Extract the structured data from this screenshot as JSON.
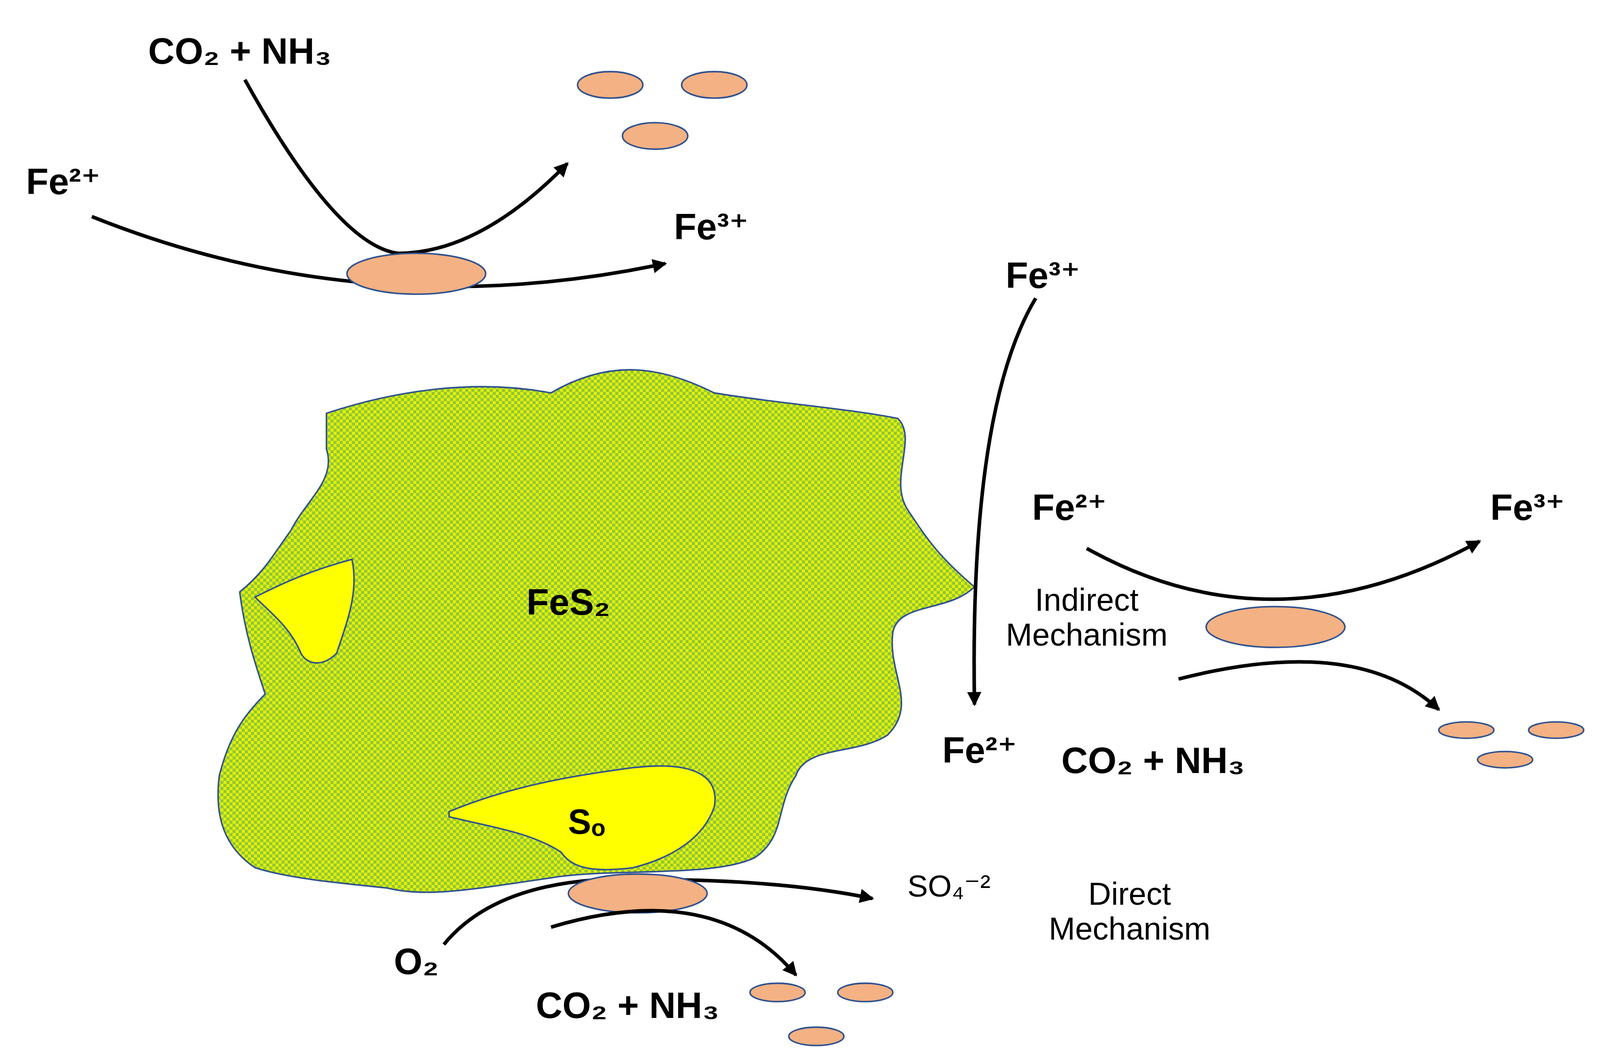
{
  "diagram": {
    "nodes": [
      {
        "text": [
          "FeS₂"
        ]
      },
      {
        "text": [
          "Sₒ"
        ],
        "in": 0
      }
    ],
    "labels": [
      "CO₂ + NH₃",
      "Fe²⁺",
      "Fe³⁺",
      "Fe³⁺",
      "Indirect Mechanism",
      "Fe²⁺",
      "Fe³⁺",
      "Fe²⁺",
      "CO₂ + NH₃",
      "SO₄⁻²",
      "Direct Mechanism",
      "O₂",
      "CO₂ + NH₃"
    ]
  }
}
